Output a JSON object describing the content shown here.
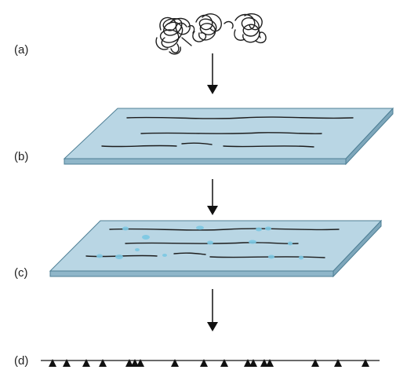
{
  "panels": {
    "a": "(a)",
    "b": "(b)",
    "c": "(c)",
    "d": "(d)"
  },
  "colors": {
    "slide_top": "#b9d6e4",
    "slide_side": "#8fb6c9",
    "slide_edge": "#4e7f95",
    "strand": "#1d1d1d",
    "marker": "#7cc8e3",
    "arrow": "#111111",
    "peak": "#111111"
  }
}
